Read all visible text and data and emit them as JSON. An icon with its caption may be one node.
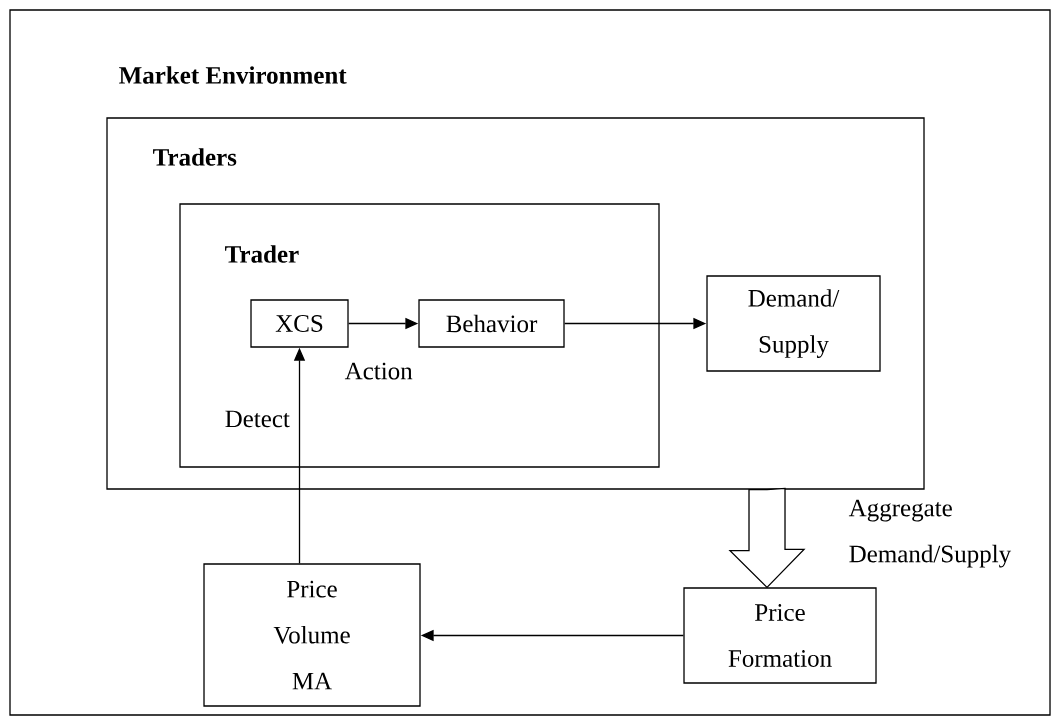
{
  "diagram": {
    "nodes": [
      {
        "text": [
          "Market Environment"
        ]
      },
      {
        "text": [
          "Traders"
        ],
        "in": 0
      },
      {
        "text": [
          "Trader"
        ],
        "in": 1
      },
      {
        "text": [
          "XCS"
        ],
        "in": 2
      },
      {
        "text": [
          "Behavior"
        ],
        "in": 2
      },
      {
        "text": [
          "Demand/ Supply"
        ],
        "in": 1
      },
      {
        "text": [
          "Price Formation"
        ],
        "in": 0
      },
      {
        "text": [
          "Price Volume MA"
        ],
        "in": 0
      }
    ],
    "edges": [
      {
        "from": 3,
        "to": 4,
        "arrow": "to",
        "label": "Action"
      },
      {
        "from": 4,
        "to": 5,
        "arrow": "to"
      },
      {
        "from": 1,
        "to": 6,
        "arrow": "to",
        "style": "thick",
        "label": "Aggregate Demand/Supply"
      },
      {
        "from": 6,
        "to": 7,
        "arrow": "to"
      },
      {
        "from": 7,
        "to": 3,
        "arrow": "to",
        "label": "Detect"
      }
    ]
  }
}
